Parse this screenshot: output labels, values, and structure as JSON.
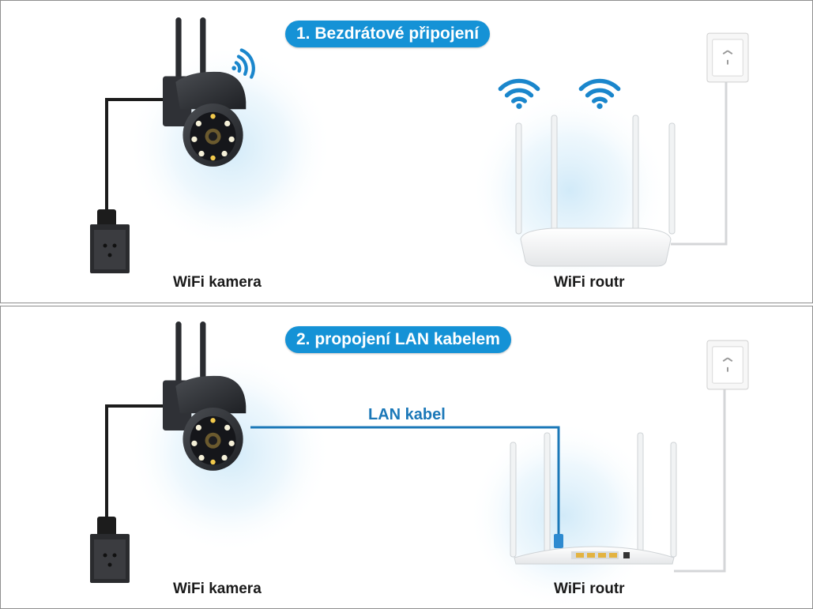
{
  "section1": {
    "title": "1. Bezdrátové připojení",
    "camera_label": "WiFi kamera",
    "router_label": "WiFi routr"
  },
  "section2": {
    "title": "2. propojení LAN kabelem",
    "cable_label": "LAN kabel",
    "camera_label": "WiFi kamera",
    "router_label": "WiFi routr"
  },
  "colors": {
    "accent": "#1592d6",
    "cable": "#1b78b8",
    "wifi_signal": "#1a86cc",
    "camera_body": "#2b2d31"
  },
  "icons": [
    "wifi-signal-icon",
    "power-socket-icon",
    "security-camera-icon",
    "router-icon",
    "lan-cable-icon"
  ]
}
